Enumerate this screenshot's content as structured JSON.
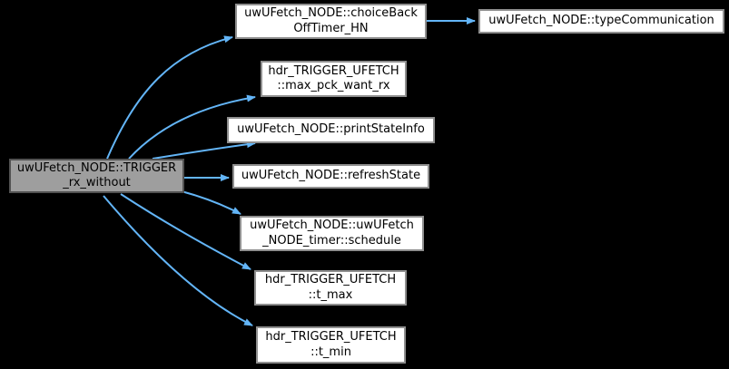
{
  "diagram": {
    "type": "doxygen-call-graph",
    "colors": {
      "background": "#000000",
      "edge": "#63b5f7",
      "node_fill": "#ffffff",
      "node_border": "#8f8f8f",
      "main_node_fill": "#9e9e9e",
      "main_node_border": "#525252",
      "text": "#000000"
    },
    "nodes": {
      "main": {
        "label": "uwUFetch_NODE::TRIGGER\n_rx_without"
      },
      "choiceback": {
        "label": "uwUFetch_NODE::choiceBack\nOffTimer_HN"
      },
      "maxpck": {
        "label": "hdr_TRIGGER_UFETCH\n::max_pck_want_rx"
      },
      "printstate": {
        "label": "uwUFetch_NODE::printStateInfo"
      },
      "refreshstate": {
        "label": "uwUFetch_NODE::refreshState"
      },
      "schedule": {
        "label": "uwUFetch_NODE::uwUFetch\n_NODE_timer::schedule"
      },
      "tmax": {
        "label": "hdr_TRIGGER_UFETCH\n::t_max"
      },
      "tmin": {
        "label": "hdr_TRIGGER_UFETCH\n::t_min"
      },
      "typecomm": {
        "label": "uwUFetch_NODE::typeCommunication"
      }
    },
    "edges": [
      {
        "from": "main",
        "to": "choiceback"
      },
      {
        "from": "main",
        "to": "maxpck"
      },
      {
        "from": "main",
        "to": "printstate"
      },
      {
        "from": "main",
        "to": "refreshstate"
      },
      {
        "from": "main",
        "to": "schedule"
      },
      {
        "from": "main",
        "to": "tmax"
      },
      {
        "from": "main",
        "to": "tmin"
      },
      {
        "from": "choiceback",
        "to": "typecomm"
      }
    ]
  }
}
